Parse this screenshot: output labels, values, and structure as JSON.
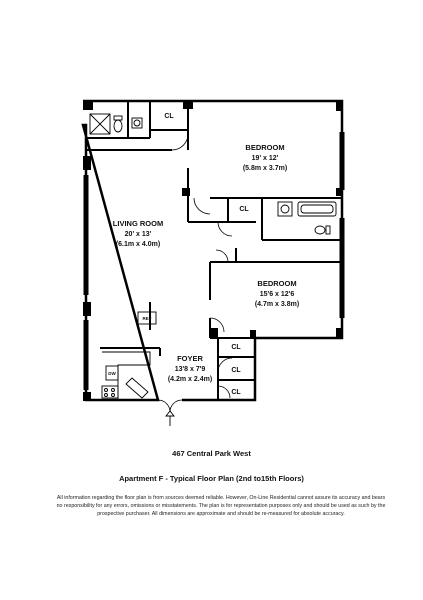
{
  "rooms": {
    "bedroom1": {
      "name": "BEDROOM",
      "dim_ft": "19' x 12'",
      "dim_m": "(5.8m x 3.7m)"
    },
    "living": {
      "name": "LIVING ROOM",
      "dim_ft": "20' x 13'",
      "dim_m": "(6.1m x 4.0m)"
    },
    "bedroom2": {
      "name": "BEDROOM",
      "dim_ft": "15'6 x 12'6",
      "dim_m": "(4.7m x 3.8m)"
    },
    "foyer": {
      "name": "FOYER",
      "dim_ft": "13'8 x 7'9",
      "dim_m": "(4.2m x 2.4m)"
    }
  },
  "closets": [
    "CL",
    "CL",
    "CL",
    "CL",
    "CL"
  ],
  "appliances": {
    "ref": "REF",
    "dw": "DW"
  },
  "address": "467 Central Park West",
  "subtitle": "Apartment F - Typical Floor Plan (2nd to15th Floors)",
  "disclaimer": "All information regarding the floor plan is from sources deemed reliable. However, On-Line Residential cannot assure its accuracy and bears no responsibility for any errors, omissions or misstatements. The plan is for representation purposes only and should be used as such by the prospective purchaser. All dimensions are approximate and should be re-measured for absolute accuracy."
}
